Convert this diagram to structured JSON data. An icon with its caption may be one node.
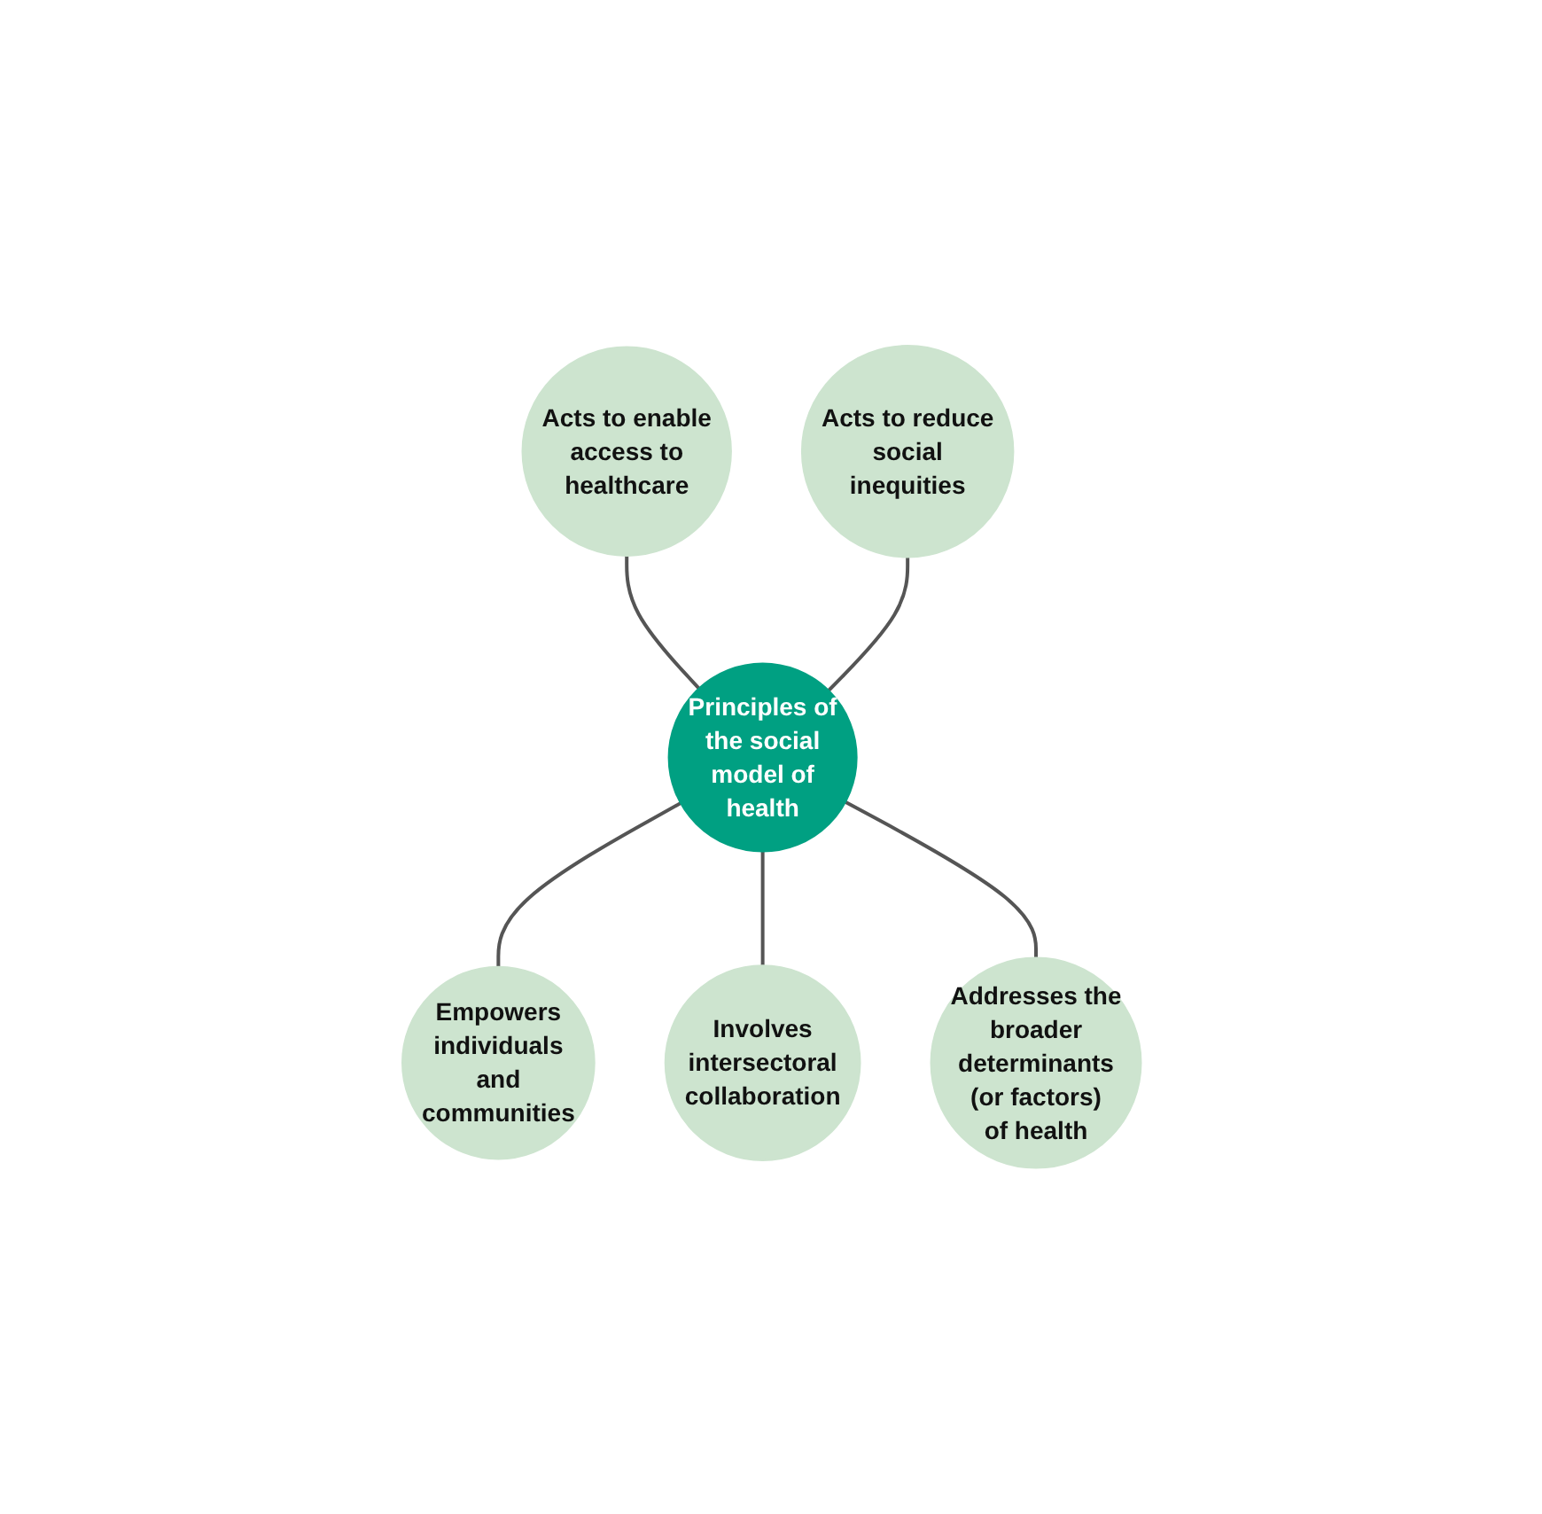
{
  "diagram": {
    "nodes": [
      {
        "text": [
          "Acts to enable access to healthcare"
        ]
      },
      {
        "text": [
          "Acts to reduce social inequities"
        ]
      },
      {
        "text": [
          "Principles of the social model of health"
        ]
      },
      {
        "text": [
          "Empowers individuals and communities"
        ]
      },
      {
        "text": [
          "Involves intersectoral collaboration"
        ]
      },
      {
        "text": [
          "Addresses the broader determinants (or factors) of health"
        ]
      }
    ],
    "edges": [
      {
        "from": 0,
        "to": 2,
        "arrow": "none"
      },
      {
        "from": 1,
        "to": 2,
        "arrow": "none"
      },
      {
        "from": 2,
        "to": 3,
        "arrow": "none"
      },
      {
        "from": 2,
        "to": 4,
        "arrow": "none"
      },
      {
        "from": 2,
        "to": 5,
        "arrow": "none"
      }
    ]
  }
}
